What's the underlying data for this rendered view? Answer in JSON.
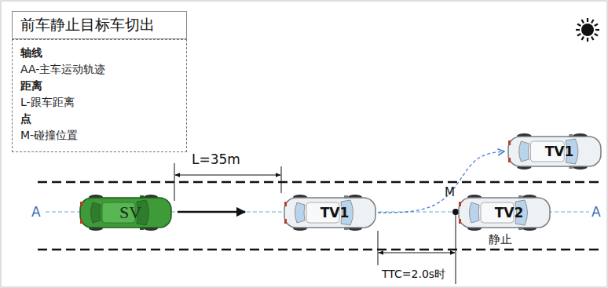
{
  "diagram": {
    "title": "前车静止目标车切出",
    "nodes": [
      {
        "text": [
          "轴线",
          "AA-主车运动轨迹",
          "距离",
          "L-跟车距离",
          "点",
          "M-碰撞位置"
        ]
      },
      {
        "text": [
          "SV"
        ]
      },
      {
        "text": [
          "TV1"
        ]
      },
      {
        "text": [
          "TV1"
        ]
      },
      {
        "text": [
          "TV2"
        ]
      }
    ],
    "edges": [
      {
        "from": 2,
        "to": 3,
        "arrow": "to"
      }
    ],
    "labels": [
      "L=35m",
      "A",
      "A",
      "M",
      "TTC=2.0s时",
      "静止"
    ]
  }
}
